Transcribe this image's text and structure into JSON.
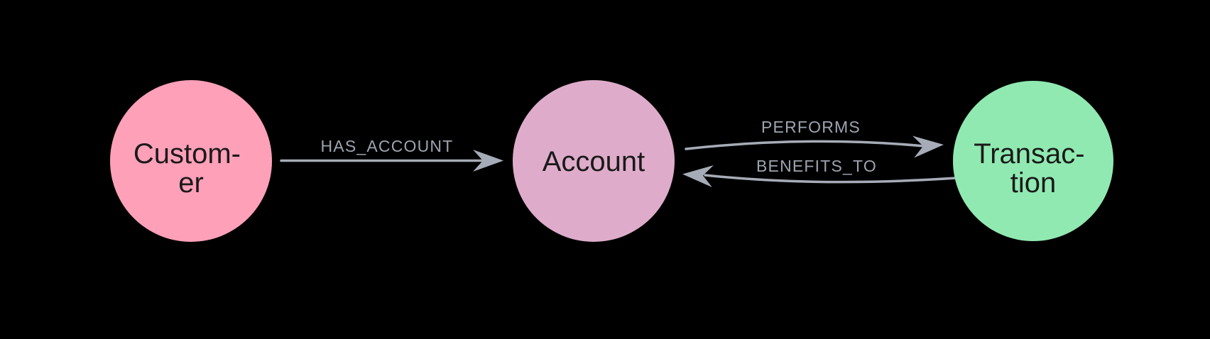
{
  "diagram": {
    "type": "graph-schema",
    "background_color": "#000000",
    "edge_color": "#A6ACB7",
    "edge_label_color": "#9DA4B0",
    "nodes": [
      {
        "id": "customer",
        "label": "Customer",
        "label_line1": "Custom-",
        "label_line2": "er",
        "color": "#FFA0B9",
        "text_color": "#1A1A1A"
      },
      {
        "id": "account",
        "label": "Account",
        "label_line1": "Account",
        "color": "#DEACCA",
        "text_color": "#1A1A1A"
      },
      {
        "id": "transaction",
        "label": "Transaction",
        "label_line1": "Transac-",
        "label_line2": "tion",
        "color": "#90E9B1",
        "text_color": "#1A1A1A"
      }
    ],
    "relationships": [
      {
        "type": "HAS_ACCOUNT",
        "from": "customer",
        "to": "account"
      },
      {
        "type": "PERFORMS",
        "from": "account",
        "to": "transaction"
      },
      {
        "type": "BENEFITS_TO",
        "from": "transaction",
        "to": "account"
      }
    ]
  }
}
